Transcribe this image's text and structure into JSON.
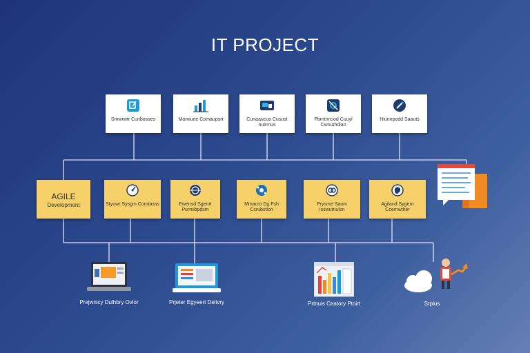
{
  "title": "IT PROJECT",
  "top_row": [
    {
      "label": "Smwrwtr Cunbosses",
      "icon": "task-edit-icon"
    },
    {
      "label": "Mamiuee Comaupsrt",
      "icon": "bar-chart-icon"
    },
    {
      "label": "Cunaaucuo Cusust nuirmus",
      "icon": "truck-icon"
    },
    {
      "label": "Pbmtnrciod Cuuyl Cwnuthdian",
      "icon": "settings-icon"
    },
    {
      "label": "Hiunnpodd Saauts",
      "icon": "pen-icon"
    }
  ],
  "middle_row": [
    {
      "title": "AGILE",
      "label": "Development",
      "icon": "none"
    },
    {
      "label": "Styuwr Sysgm Comtasss",
      "icon": "gauge-icon"
    },
    {
      "label": "Ewensd Sgenrt Purmibpdsm",
      "icon": "globe-icon"
    },
    {
      "label": "Mmacro Dg Fsh Ccrubstion",
      "icon": "network-icon"
    },
    {
      "label": "Prysme Saum Isswutnulsn",
      "icon": "link-icon"
    },
    {
      "label": "Agiland Sygern Ccemwther",
      "icon": "shield-icon"
    }
  ],
  "bottom_row": [
    {
      "label": "Prejwnicy Dulhbry Ovlor",
      "icon": "laptop-icon"
    },
    {
      "label": "Prjeter Egyeert Delivry",
      "icon": "monitor-icon"
    },
    {
      "label": "Prtnuis Ceatory Ptoirt",
      "icon": "report-icon"
    },
    {
      "label": "Srplus",
      "icon": "cloud-user-icon"
    }
  ],
  "chat": {
    "icon": "chat-document-icon"
  }
}
